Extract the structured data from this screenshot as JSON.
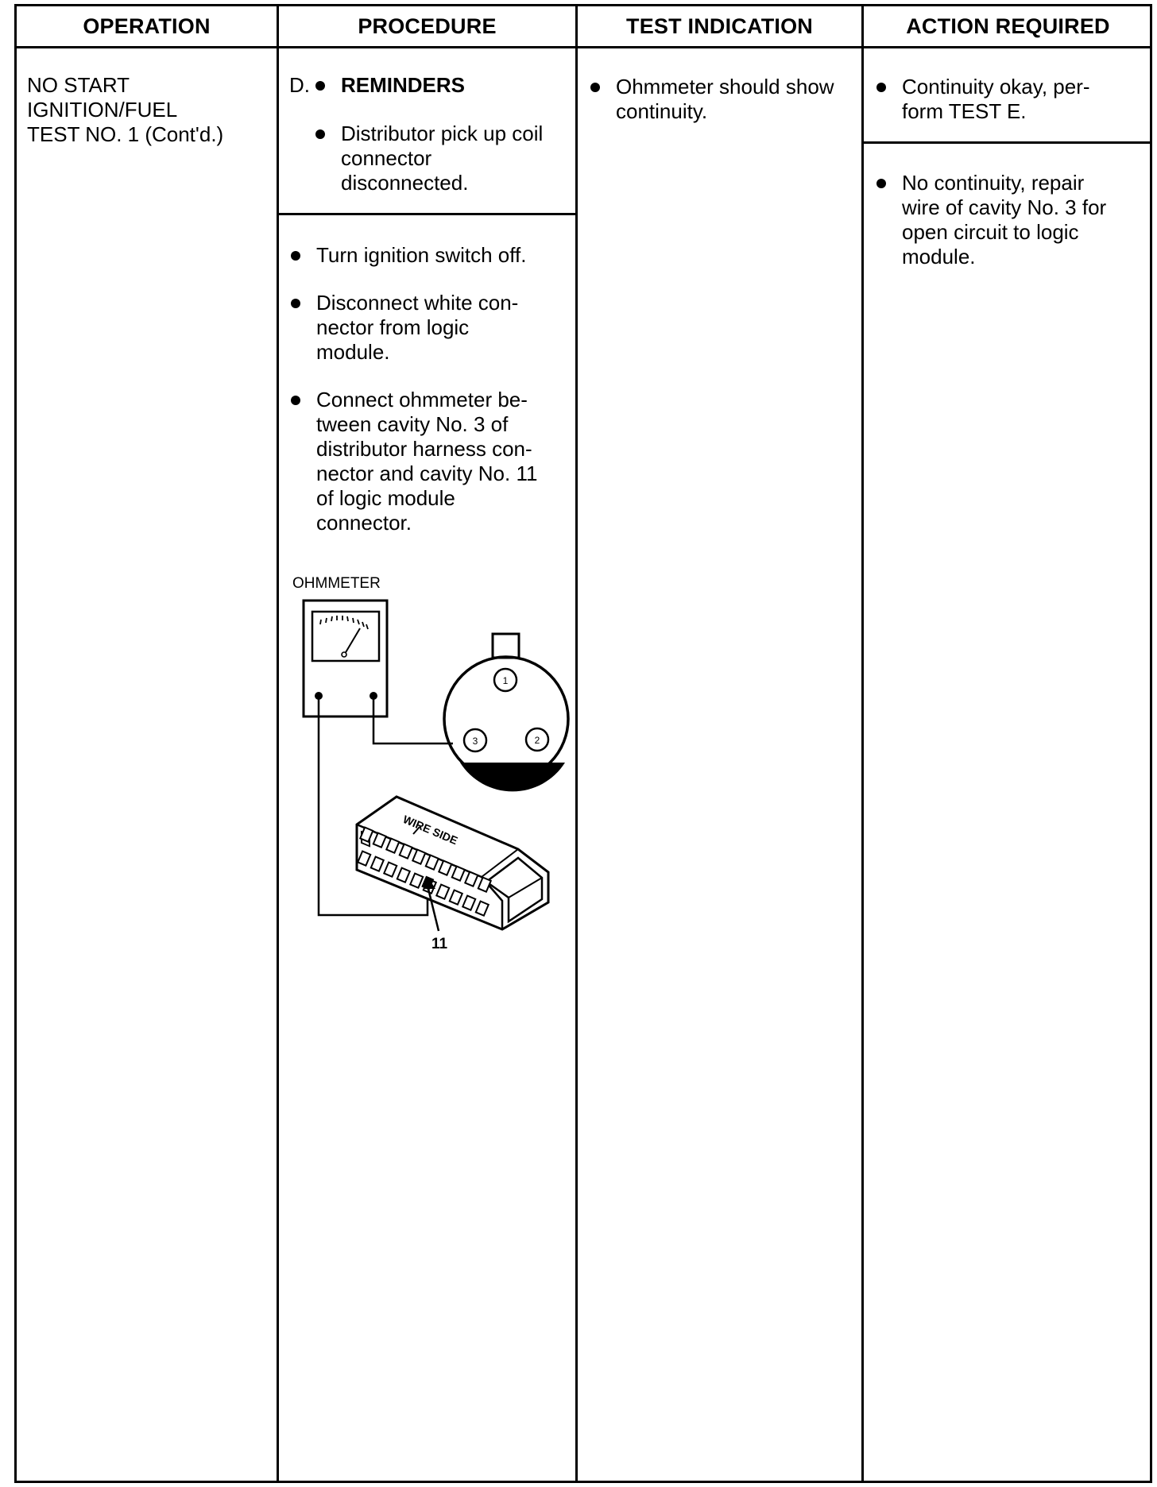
{
  "headers": {
    "operation": "OPERATION",
    "procedure": "PROCEDURE",
    "test_indication": "TEST INDICATION",
    "action_required": "ACTION REQUIRED"
  },
  "operation": {
    "line1": "NO START",
    "line2": "IGNITION/FUEL",
    "line3": "TEST NO. 1 (Cont'd.)"
  },
  "procedure": {
    "step_letter": "D.",
    "reminders_title": "REMINDERS",
    "reminder_item": [
      "Distributor pick up coil",
      "connector",
      "disconnected."
    ],
    "steps": [
      [
        "Turn ignition switch off."
      ],
      [
        "Disconnect white con-",
        "nector from logic",
        "module."
      ],
      [
        "Connect ohmmeter be-",
        "tween cavity No. 3 of",
        "distributor harness con-",
        "nector and cavity No. 11",
        "of logic module",
        "connector."
      ]
    ]
  },
  "diagram": {
    "ohmmeter_label": "OHMMETER",
    "pin1": "1",
    "pin2": "2",
    "pin3": "3",
    "wire_side": "WIRE SIDE",
    "cavity_label": "11"
  },
  "test_indication": {
    "lines": [
      "Ohmmeter should show",
      "continuity."
    ]
  },
  "action_required": {
    "ok": [
      "Continuity okay, per-",
      "form TEST E."
    ],
    "fail": [
      "No continuity, repair",
      "wire of cavity No. 3 for",
      "open circuit to logic",
      "module."
    ]
  }
}
